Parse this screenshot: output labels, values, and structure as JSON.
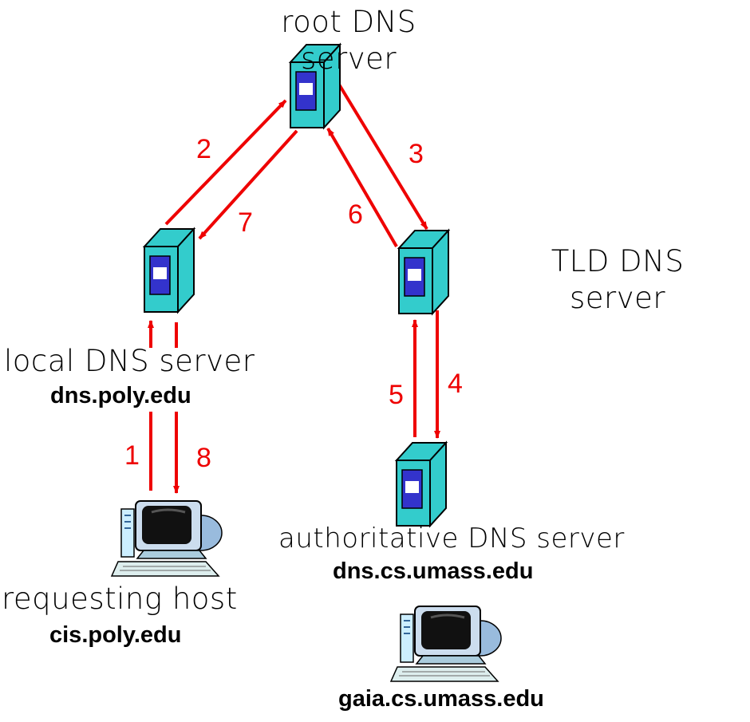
{
  "colors": {
    "arrow": "#ee0000",
    "server_body": "#33cccc",
    "server_panel": "#3333cc",
    "outline": "#000000"
  },
  "servers": {
    "root": {
      "label_line1": "root DNS",
      "label_line2": "server",
      "icon": "server-tower-icon"
    },
    "tld": {
      "label_line1": "TLD DNS",
      "label_line2": "server",
      "icon": "server-tower-icon"
    },
    "local": {
      "label": "local DNS server",
      "hostname": "dns.poly.edu",
      "icon": "server-tower-icon"
    },
    "authoritative": {
      "label": "authoritative DNS server",
      "hostname": "dns.cs.umass.edu",
      "icon": "server-tower-icon"
    }
  },
  "hosts": {
    "requesting": {
      "label": "requesting host",
      "hostname": "cis.poly.edu",
      "icon": "desktop-computer-icon"
    },
    "target": {
      "hostname": "gaia.cs.umass.edu",
      "icon": "desktop-computer-icon"
    }
  },
  "steps": [
    "1",
    "2",
    "3",
    "4",
    "5",
    "6",
    "7",
    "8"
  ]
}
